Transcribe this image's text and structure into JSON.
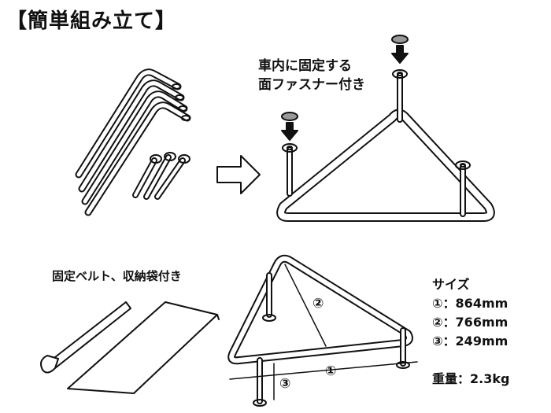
{
  "title": "【簡単組み立て】",
  "fastener_note": {
    "line1": "車内に固定する",
    "line2": "面ファスナー付き"
  },
  "belt_note": "固定ベルト、収納袋付き",
  "dimension_labels": {
    "d1": "①",
    "d2": "②",
    "d3": "③"
  },
  "specs": {
    "heading": "サイズ",
    "rows": [
      "①：864mm",
      "②：766mm",
      "③：249mm"
    ],
    "weight": "重量：2.3kg"
  }
}
